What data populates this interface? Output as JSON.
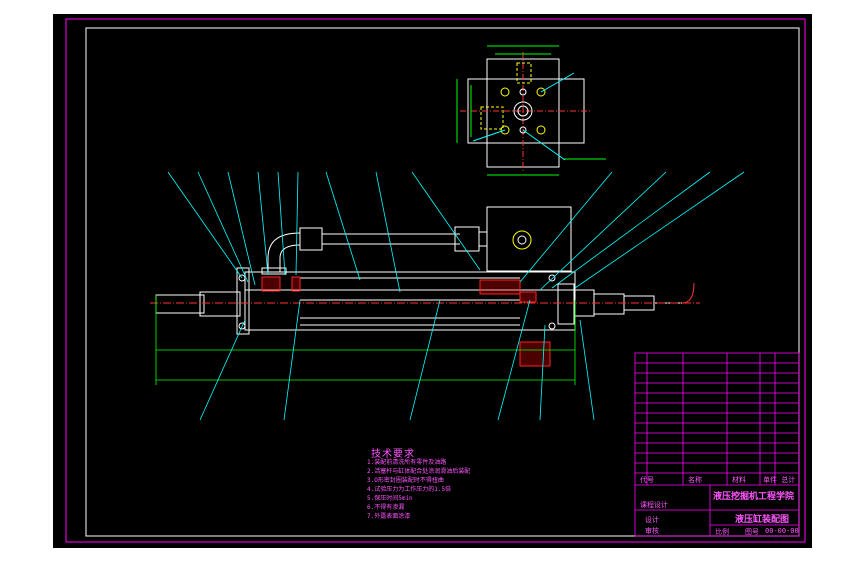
{
  "drawing": {
    "background": "#000000",
    "frame_color": "#ff00ff",
    "line_color": "#ffffff",
    "hidden_line_color": "#ffff00",
    "leader_color": "#00ffff",
    "dimension_color": "#00ff00",
    "hatch_color": "#ff0000"
  },
  "technical_requirements": {
    "title": "技术要求",
    "lines": [
      "1.装配前清洗所有零件及油路",
      "2.活塞杆与缸体配合处涂润滑油后装配",
      "3.O形密封圈装配时不得扭曲",
      "4.试验压力为工作压力的1.5倍",
      "5.保压时间5min",
      "6.不得有渗漏",
      "7.外露表面涂漆"
    ]
  },
  "title_block": {
    "school": "液压挖掘机工程学院",
    "drawing_name": "液压缸装配图",
    "course": "课程设计",
    "drawing_number": "00-00-00",
    "header_cells": [
      "代号",
      "名称",
      "材料",
      "单件 总计"
    ],
    "sign_cells": [
      "设计",
      "审核",
      "比例",
      "图号"
    ]
  }
}
